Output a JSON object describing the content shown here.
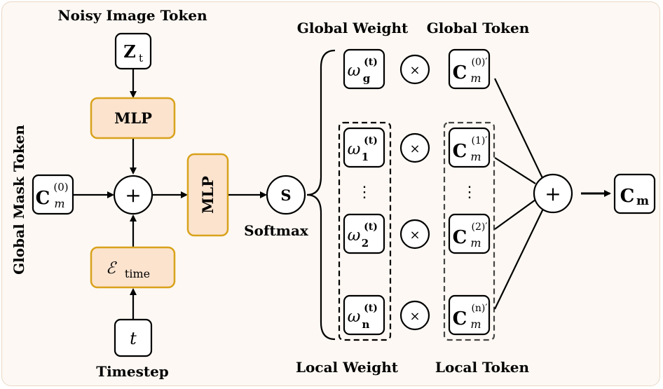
{
  "labels": {
    "noisy_image_token": "Noisy Image Token",
    "global_mask_token": "Global Mask Token",
    "timestep": "Timestep",
    "softmax": "Softmax",
    "global_weight": "Global Weight",
    "global_token": "Global Token",
    "local_weight": "Local Weight",
    "local_token": "Local Token"
  },
  "blocks": {
    "mlp_top": "MLP",
    "mlp_mid": "MLP",
    "time_embed_symbol": "ℰ",
    "time_embed_sub": "time",
    "softmax_symbol": "S"
  },
  "inputs": {
    "z_main": "Z",
    "z_sub": "t",
    "t": "t",
    "c_main": "C",
    "c_sup": "(0)",
    "c_sub": "m"
  },
  "operators": {
    "plus": "+",
    "times": "×",
    "vdots": "⋮"
  },
  "weights": [
    {
      "sup": "(t)",
      "sub": "g"
    },
    {
      "sup": "(t)",
      "sub": "1"
    },
    {
      "sup": "(t)",
      "sub": "2"
    },
    {
      "sup": "(t)",
      "sub": "n"
    }
  ],
  "weight_symbol": "ω",
  "tokens": [
    {
      "sup": "(0)′",
      "sub": "m"
    },
    {
      "sup": "(1)′",
      "sub": "m"
    },
    {
      "sup": "(2)′",
      "sub": "m"
    },
    {
      "sup": "(n)′",
      "sub": "m"
    }
  ],
  "output": {
    "main": "C",
    "sub": "m"
  },
  "colors": {
    "panel": "#fdf8f3",
    "mlp_fill": "#fbe3ce",
    "mlp_stroke": "#d9a21b",
    "stroke": "#000000"
  }
}
